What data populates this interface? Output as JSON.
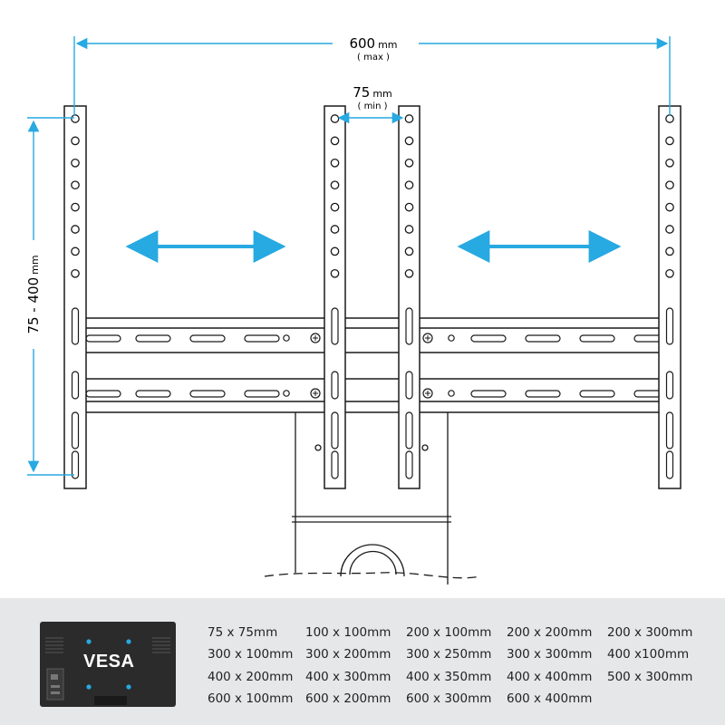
{
  "dimensions": {
    "width_max": {
      "value": "600",
      "unit": "mm",
      "note": "( max )"
    },
    "spacing_min": {
      "value": "75",
      "unit": "mm",
      "note": "( min )"
    },
    "height_range": {
      "value": "75 - 400",
      "unit": "mm"
    }
  },
  "vesa": {
    "title": "VESA",
    "sizes": [
      [
        "75 x 75mm",
        "100 x 100mm",
        "200 x 100mm",
        "200 x 200mm",
        "200 x 300mm"
      ],
      [
        "300 x 100mm",
        "300 x 200mm",
        "300 x 250mm",
        "300 x 300mm",
        "400 x100mm"
      ],
      [
        "400 x 200mm",
        "400 x 300mm",
        "400 x 350mm",
        "400 x 400mm",
        "500 x 300mm"
      ],
      [
        "600 x 100mm",
        "600 x 200mm",
        "600 x 300mm",
        "600 x 400mm"
      ]
    ]
  },
  "colors": {
    "arrow": "#27a9e1",
    "line": "#1a1a1a",
    "footer_bg": "#e6e7e8",
    "vesa_box": "#2b2b2b",
    "vesa_dot": "#27a9e1"
  }
}
